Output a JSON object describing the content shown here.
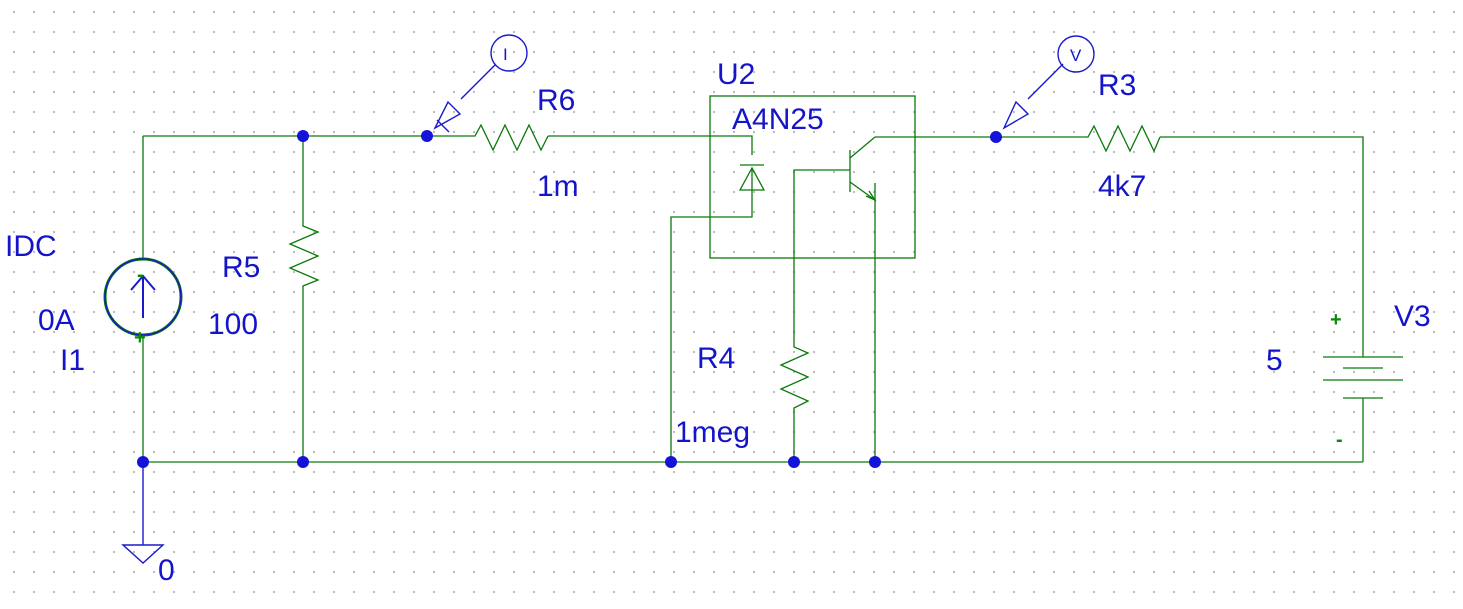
{
  "components": {
    "I1": {
      "type_label": "IDC",
      "value": "0A",
      "ref": "I1",
      "minus": "-",
      "plus": "+"
    },
    "R5": {
      "ref": "R5",
      "value": "100"
    },
    "R6": {
      "ref": "R6",
      "value": "1m"
    },
    "U2": {
      "ref": "U2",
      "part": "A4N25"
    },
    "R4": {
      "ref": "R4",
      "value": "1meg"
    },
    "R3": {
      "ref": "R3",
      "value": "4k7"
    },
    "V3": {
      "ref": "V3",
      "value": "5",
      "plus": "+",
      "minus": "-"
    }
  },
  "ground": {
    "label": "0"
  },
  "probes": {
    "current": {
      "symbol": "I"
    },
    "voltage": {
      "symbol": "V"
    }
  },
  "colors": {
    "wire": "#0a7a0a",
    "labels": "#1414c8",
    "junction": "#1414d8",
    "background": "#ffffff",
    "grid_dots": "#b8b8b8"
  }
}
